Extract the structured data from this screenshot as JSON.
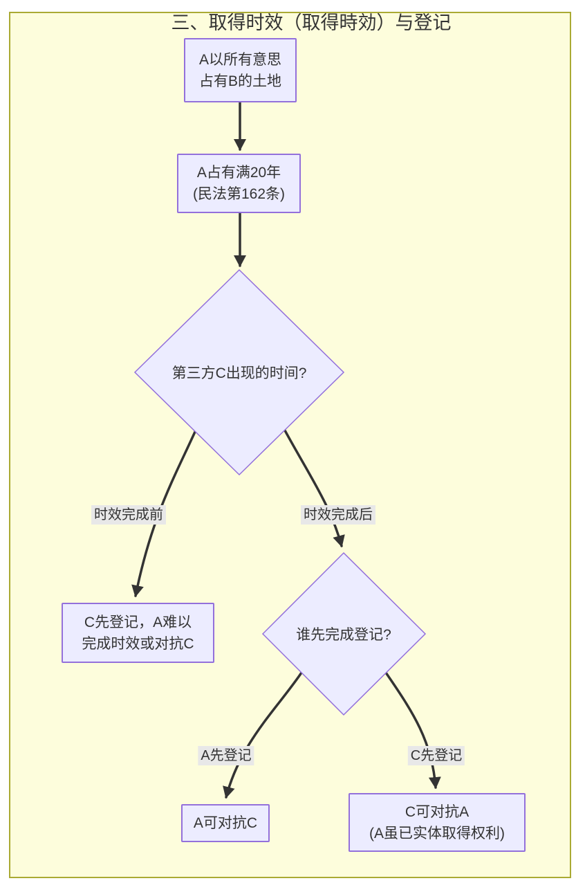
{
  "title": "三、取得时效（取得時効）与登记",
  "colors": {
    "canvas_background": "#FDFDDC",
    "frame_border": "#AAAA33",
    "node_fill": "#ECECFF",
    "node_border": "#9370DB",
    "arrow": "#333333",
    "edge_label_background": "#E8E8E8",
    "text": "#333333"
  },
  "nodes": {
    "start": {
      "lines": [
        "A以所有意思",
        "占有B的土地"
      ]
    },
    "occupy20": {
      "lines": [
        "A占有满20年",
        "(民法第162条)"
      ]
    },
    "decision_timing": {
      "label": "第三方C出现的时间?"
    },
    "before_result": {
      "lines": [
        "C先登记，A难以",
        "完成时效或对抗C"
      ]
    },
    "decision_register": {
      "label": "谁先完成登记?"
    },
    "a_prevails": {
      "lines": [
        "A可对抗C"
      ]
    },
    "c_prevails": {
      "lines": [
        "C可对抗A",
        "(A虽已实体取得权利)"
      ]
    }
  },
  "edge_labels": {
    "before": "时效完成前",
    "after": "时效完成后",
    "a_first": "A先登记",
    "c_first": "C先登记"
  }
}
